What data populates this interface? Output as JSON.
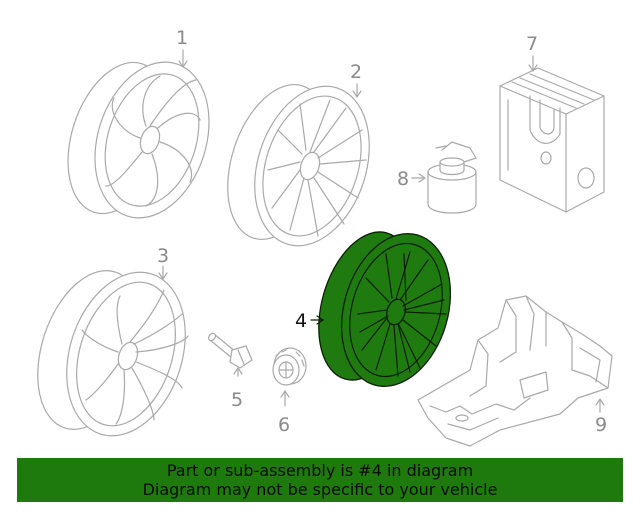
{
  "diagram": {
    "callouts": [
      "1",
      "2",
      "3",
      "4",
      "5",
      "6",
      "7",
      "8",
      "9"
    ],
    "highlighted_callout": "4"
  },
  "banner": {
    "line1": "Part or sub-assembly is #4 in diagram",
    "line2": "Diagram may not be specific to your vehicle"
  },
  "colors": {
    "highlight_fill": "#1f7a0f",
    "banner_background": "#1e7a0c",
    "line_art": "#a9a9a9"
  }
}
